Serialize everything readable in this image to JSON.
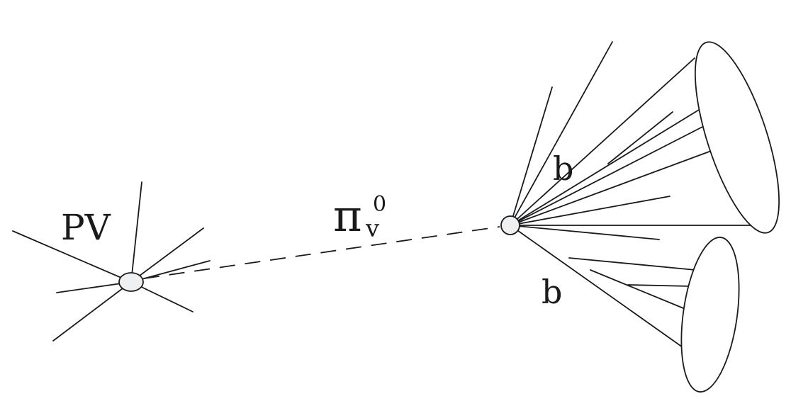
{
  "labels": {
    "primary_vertex": "PV",
    "particle_symbol": "π",
    "particle_subscript": "v",
    "particle_superscript": "0",
    "jet_upper": "b",
    "jet_lower": "b"
  }
}
